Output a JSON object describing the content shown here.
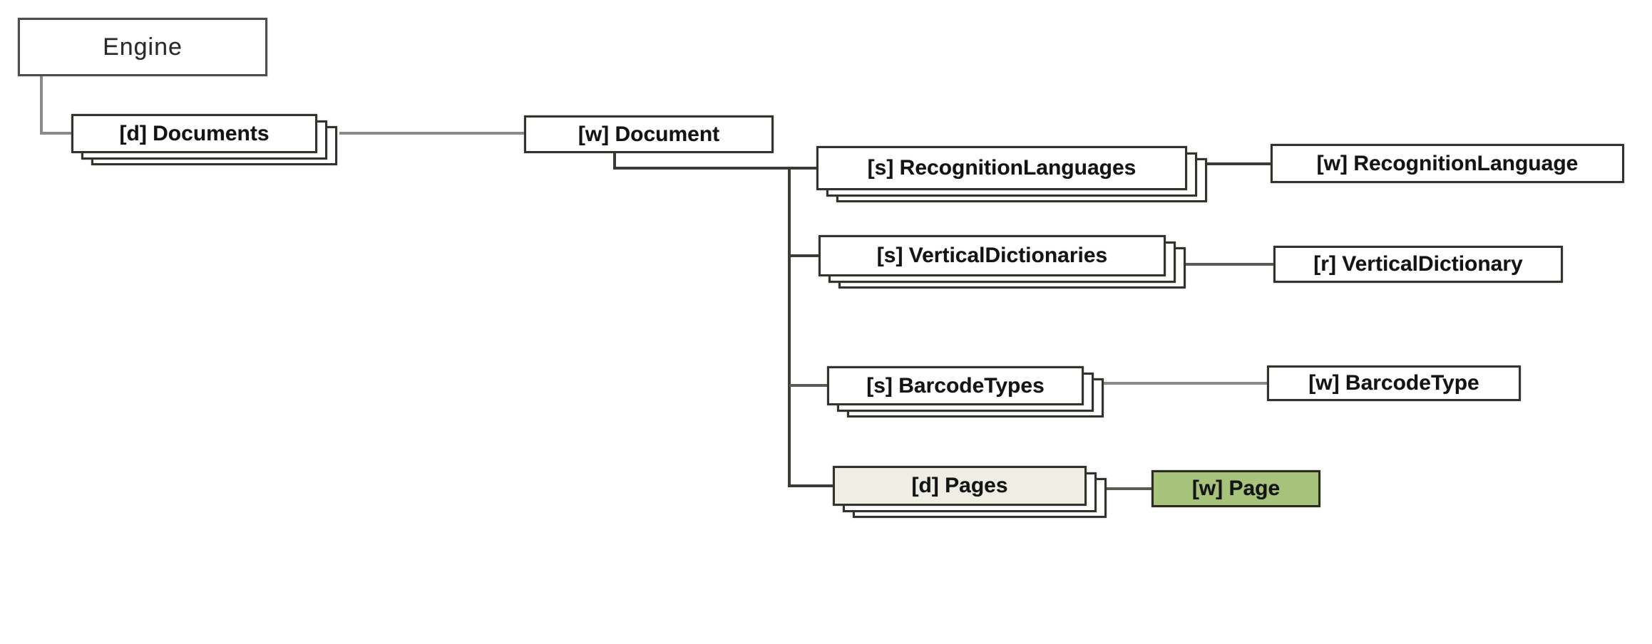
{
  "diagram": {
    "nodes": {
      "engine": {
        "label": "Engine"
      },
      "documents": {
        "label": "[d] Documents"
      },
      "document": {
        "label": "[w] Document"
      },
      "recognition_languages": {
        "label": "[s] RecognitionLanguages"
      },
      "recognition_language": {
        "label": "[w] RecognitionLanguage"
      },
      "vertical_dictionaries": {
        "label": "[s] VerticalDictionaries"
      },
      "vertical_dictionary": {
        "label": "[r] VerticalDictionary"
      },
      "barcode_types": {
        "label": "[s] BarcodeTypes"
      },
      "barcode_type": {
        "label": "[w] BarcodeType"
      },
      "pages": {
        "label": "[d] Pages"
      },
      "page": {
        "label": "[w] Page"
      }
    },
    "edges": [
      {
        "from": "engine",
        "to": "documents"
      },
      {
        "from": "documents",
        "to": "document"
      },
      {
        "from": "document",
        "to": "recognition_languages"
      },
      {
        "from": "document",
        "to": "vertical_dictionaries"
      },
      {
        "from": "document",
        "to": "barcode_types"
      },
      {
        "from": "document",
        "to": "pages"
      },
      {
        "from": "recognition_languages",
        "to": "recognition_language"
      },
      {
        "from": "vertical_dictionaries",
        "to": "vertical_dictionary"
      },
      {
        "from": "barcode_types",
        "to": "barcode_type"
      },
      {
        "from": "pages",
        "to": "page"
      }
    ],
    "colors": {
      "background": "#ffffff",
      "node_fill": "#ffffff",
      "node_border": "#33332d",
      "pages_fill": "#efeee5",
      "page_fill": "#a6c27b",
      "text": "#141414",
      "line_dark": "#3b3b35",
      "line_mid": "#5c5c56",
      "line_gray": "#8a8a8a"
    }
  }
}
